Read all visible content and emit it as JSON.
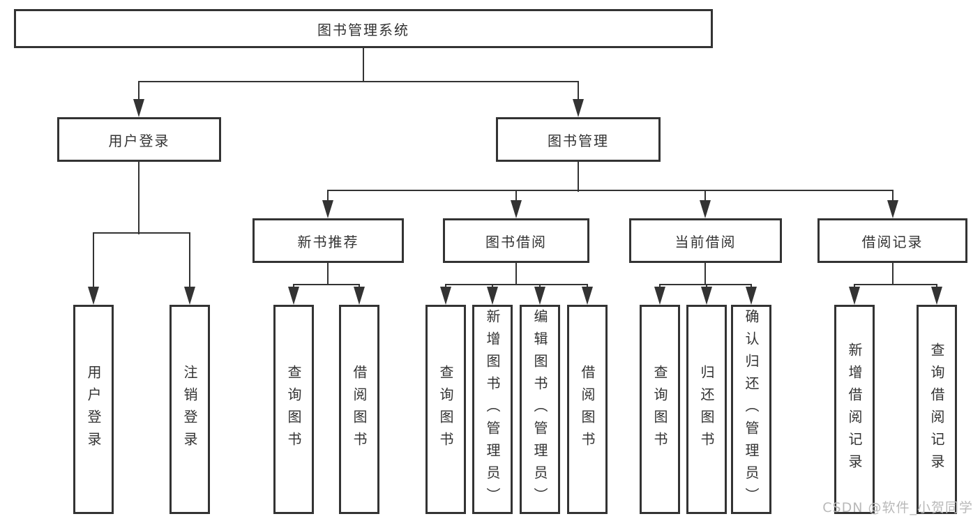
{
  "root": {
    "label": "图书管理系统"
  },
  "level2": [
    {
      "label": "用户登录"
    },
    {
      "label": "图书管理"
    }
  ],
  "level3": [
    {
      "label": "新书推荐"
    },
    {
      "label": "图书借阅"
    },
    {
      "label": "当前借阅"
    },
    {
      "label": "借阅记录"
    }
  ],
  "leaves": [
    {
      "label": "用户登录"
    },
    {
      "label": "注销登录"
    },
    {
      "label": "查询图书"
    },
    {
      "label": "借阅图书"
    },
    {
      "label": "查询图书"
    },
    {
      "label": "新增图书（管理员）"
    },
    {
      "label": "编辑图书（管理员）"
    },
    {
      "label": "借阅图书"
    },
    {
      "label": "查询图书"
    },
    {
      "label": "归还图书"
    },
    {
      "label": "确认归还（管理员）"
    },
    {
      "label": "新增借阅记录"
    },
    {
      "label": "查询借阅记录"
    }
  ],
  "watermark": {
    "text": "CSDN @软件_小贺同学"
  },
  "colors": {
    "line": "#333333",
    "box_border": "#333333",
    "box_fill": "#ffffff",
    "text": "#333333",
    "watermark": "#b9b9b9",
    "background": "#ffffff"
  }
}
